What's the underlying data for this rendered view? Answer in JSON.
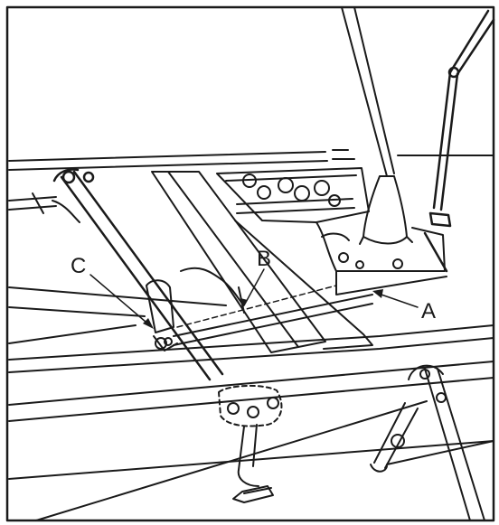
{
  "figure": {
    "callouts": {
      "a": "A",
      "b": "B",
      "c": "C"
    },
    "colors": {
      "ink": "#1a1a1a",
      "paper": "#ffffff"
    }
  }
}
